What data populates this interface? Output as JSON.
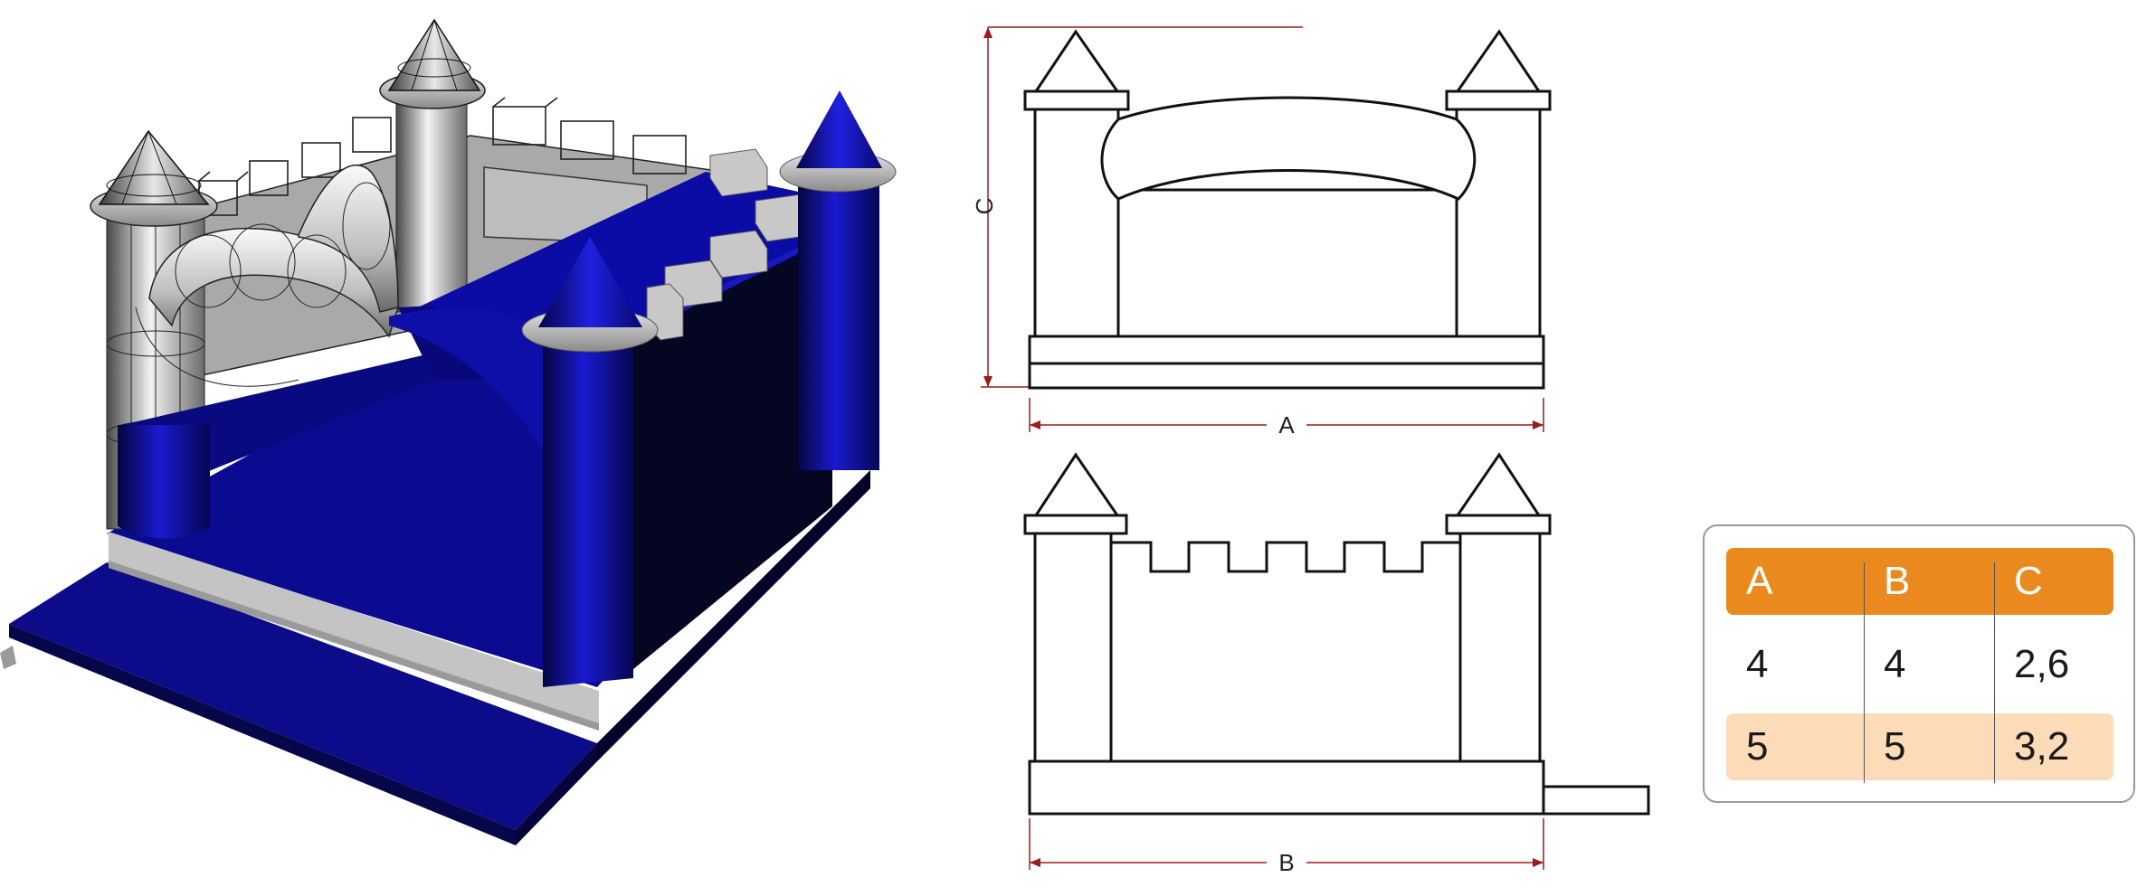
{
  "dimensions": {
    "a_label": "A",
    "b_label": "B",
    "c_label": "C"
  },
  "size_table": {
    "headers": [
      "A",
      "B",
      "C"
    ],
    "rows": [
      [
        "4",
        "4",
        "2,6"
      ],
      [
        "5",
        "5",
        "3,2"
      ]
    ]
  },
  "colors": {
    "castle_blue": "#0a0a9e",
    "dark_wall": "#050622",
    "header_orange": "#ea8a1e",
    "row_peach": "#fcdcb8",
    "dimension_red": "#9b1b1b",
    "grey_band": "#c4c4c4"
  },
  "icons": {
    "illustration": "inflatable-castle-3d-model",
    "front_view": "castle-front-elevation",
    "side_view": "castle-side-elevation"
  }
}
